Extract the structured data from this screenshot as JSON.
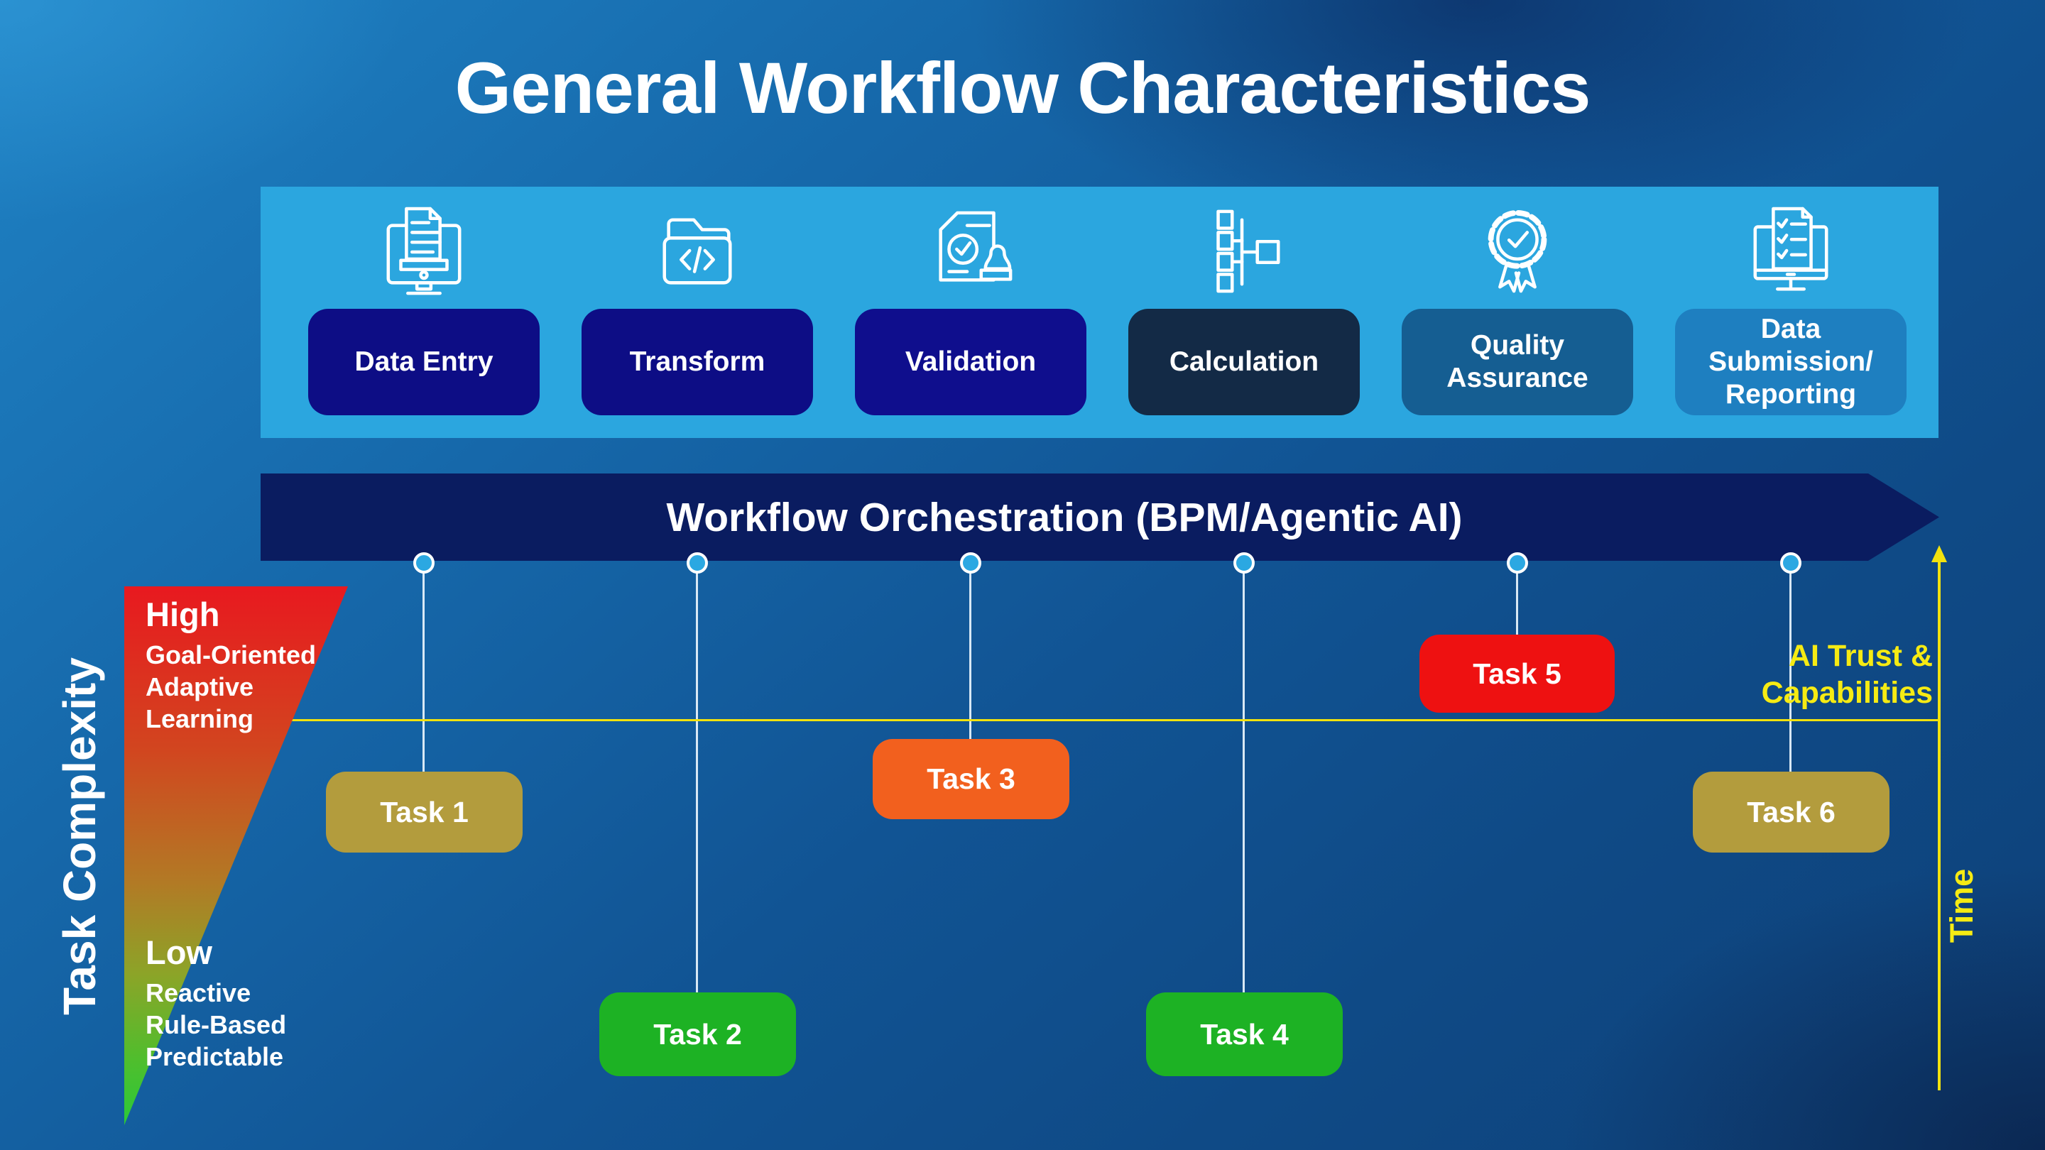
{
  "title": "General Workflow Characteristics",
  "palette": {
    "panel": "#2BA6DF",
    "banner": "#0A1C60",
    "accent_yellow": "#F2E20E",
    "dot_fill": "#2BA8E2"
  },
  "stages": [
    {
      "label": "Data Entry",
      "icon": "monitor-document-icon",
      "color": "#0D0D85"
    },
    {
      "label": "Transform",
      "icon": "folder-code-icon",
      "color": "#0D0D85"
    },
    {
      "label": "Validation",
      "icon": "document-stamp-icon",
      "color": "#0F0E8D"
    },
    {
      "label": "Calculation",
      "icon": "flowchart-icon",
      "color": "#132A46"
    },
    {
      "label": "Quality Assurance",
      "icon": "award-badge-icon",
      "color": "#155E92"
    },
    {
      "label": "Data Submission/ Reporting",
      "icon": "monitor-checklist-icon",
      "color": "#1E7FC0"
    }
  ],
  "banner": {
    "label": "Workflow Orchestration (BPM/Agentic AI)"
  },
  "left_axis": {
    "label": "Task Complexity",
    "high_title": "High",
    "high_lines": "Goal-Oriented\nAdaptive\nLearning",
    "low_title": "Low",
    "low_lines": "Reactive\nRule-Based\nPredictable"
  },
  "right_axis": {
    "trust_line1": "AI Trust &",
    "trust_line2": "Capabilities",
    "time_label": "Time"
  },
  "tasks": [
    {
      "label": "Task 1",
      "color": "#B39C3D",
      "complexity": "medium"
    },
    {
      "label": "Task 2",
      "color": "#1DB224",
      "complexity": "low"
    },
    {
      "label": "Task 3",
      "color": "#F2601E",
      "complexity": "medium-high"
    },
    {
      "label": "Task 4",
      "color": "#1DB224",
      "complexity": "low"
    },
    {
      "label": "Task 5",
      "color": "#EE1111",
      "complexity": "high"
    },
    {
      "label": "Task 6",
      "color": "#B39C3D",
      "complexity": "medium"
    }
  ]
}
